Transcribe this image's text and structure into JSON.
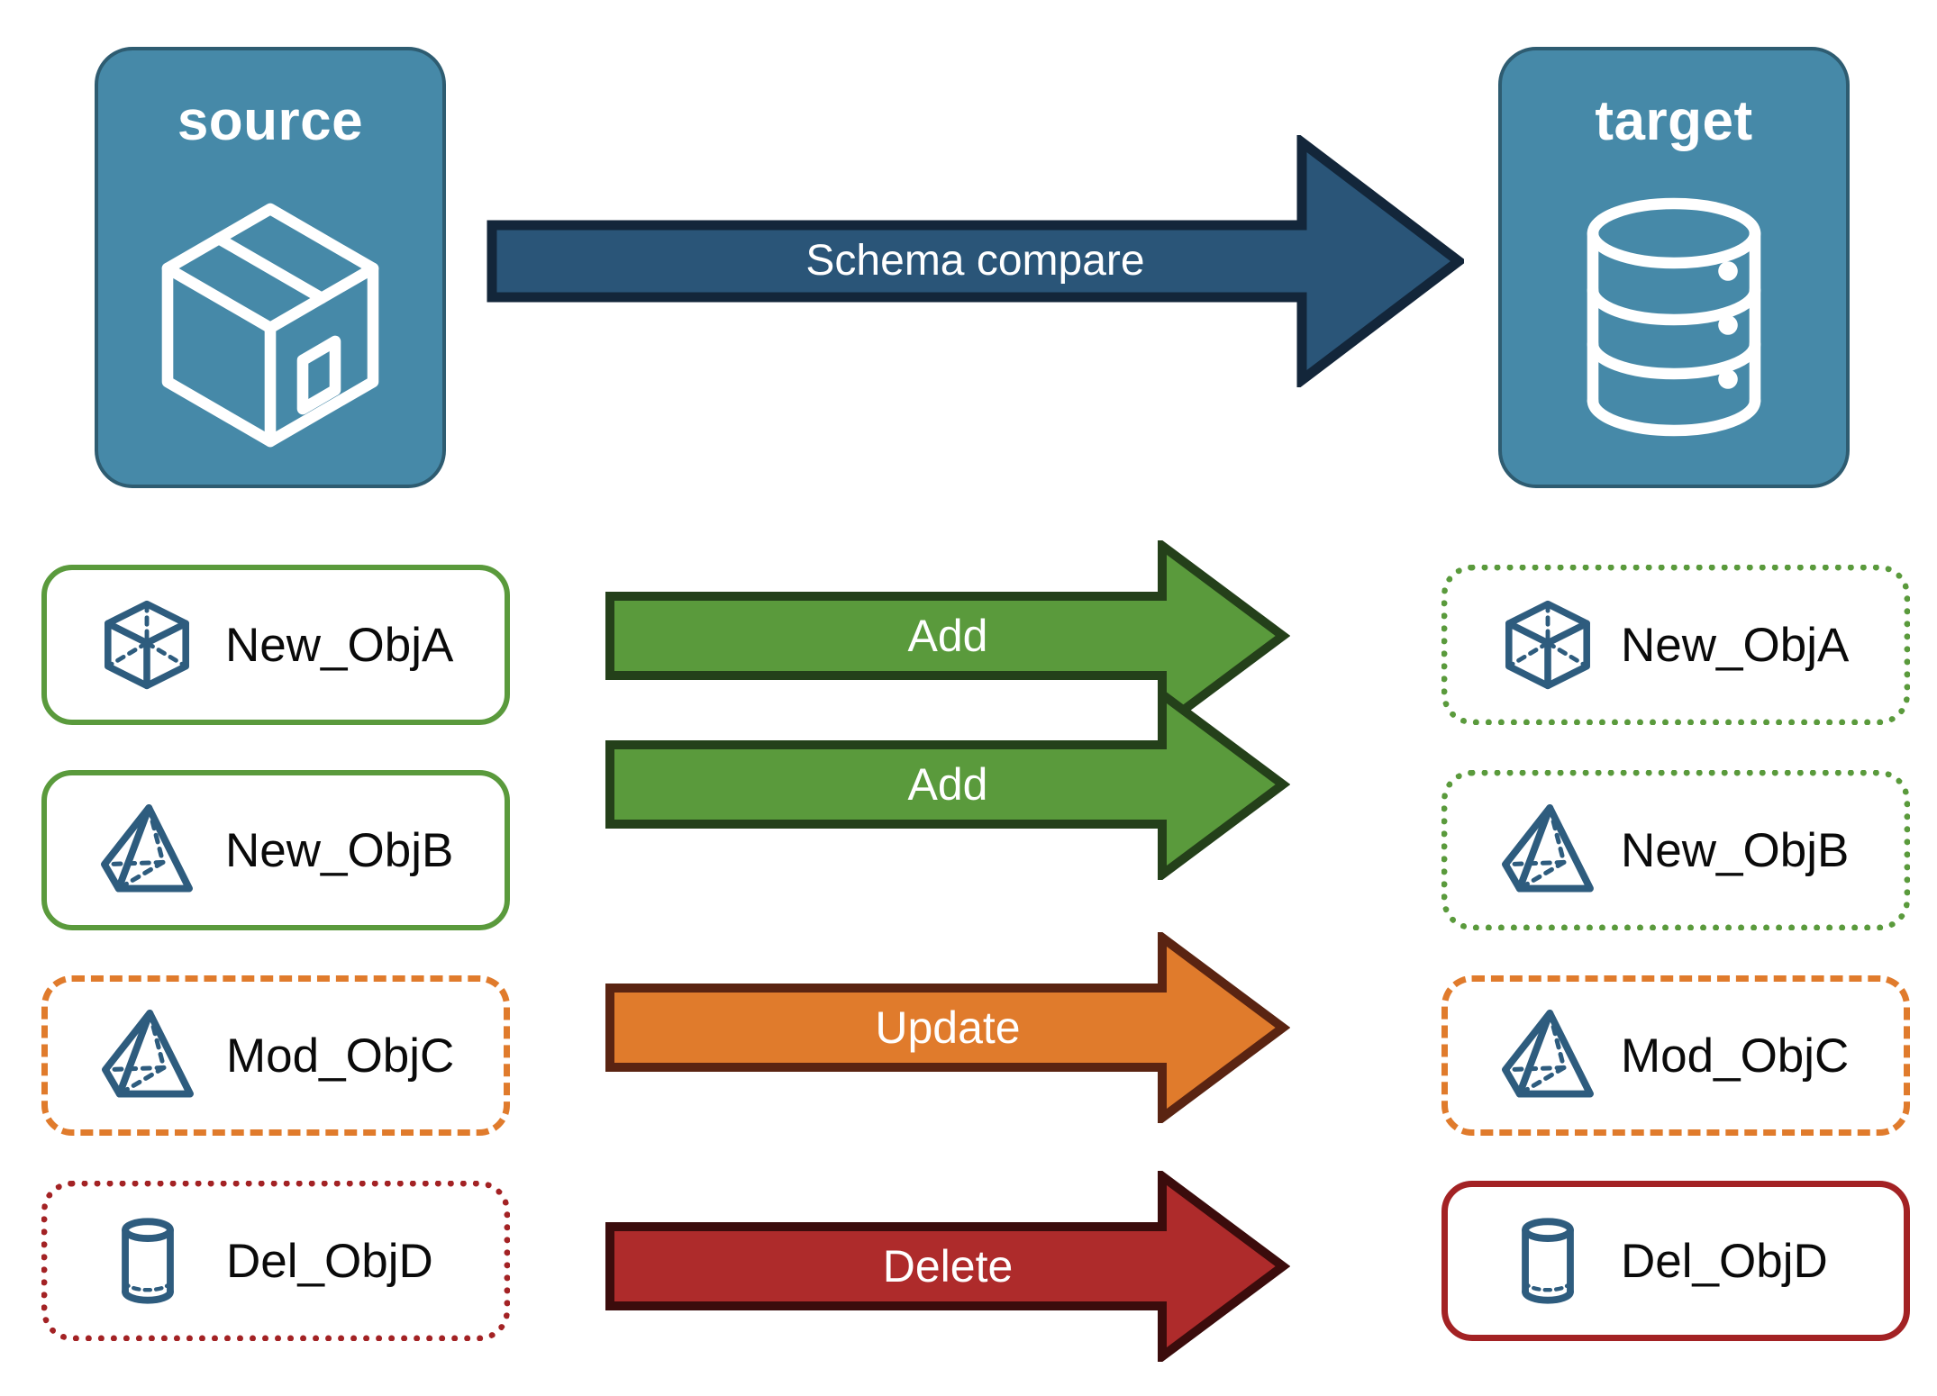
{
  "diagram": {
    "title_source": "source",
    "title_target": "target",
    "main_flow_label": "Schema compare",
    "colors": {
      "endpoint_fill": "#4689A8",
      "endpoint_stroke": "#2E5C71",
      "main_arrow_fill": "#2A5578",
      "main_arrow_stroke": "#13263A",
      "add_fill": "#5A9A3C",
      "add_stroke": "#24401A",
      "update_fill": "#E07B2C",
      "update_stroke": "#5A2412",
      "delete_fill": "#AE2B2B",
      "delete_stroke": "#3B0C0C",
      "object_icon": "#2E5C7E",
      "object_label": "#0A0A0A"
    },
    "endpoints": {
      "source_icon": "package-box-icon",
      "target_icon": "database-cylinder-icon"
    },
    "rows": [
      {
        "action": "Add",
        "source_name": "New_ObjA",
        "target_name": "New_ObjA",
        "icon": "cube-icon",
        "source_border": "solid-green",
        "target_border": "dotted-green",
        "arrow_color": "add"
      },
      {
        "action": "Add",
        "source_name": "New_ObjB",
        "target_name": "New_ObjB",
        "icon": "pyramid-icon",
        "source_border": "solid-green",
        "target_border": "dotted-green",
        "arrow_color": "add"
      },
      {
        "action": "Update",
        "source_name": "Mod_ObjC",
        "target_name": "Mod_ObjC",
        "icon": "pyramid-icon",
        "source_border": "dashed-orange",
        "target_border": "dashed-orange",
        "arrow_color": "update"
      },
      {
        "action": "Delete",
        "source_name": "Del_ObjD",
        "target_name": "Del_ObjD",
        "icon": "cylinder-icon",
        "source_border": "dotted-red",
        "target_border": "solid-red",
        "arrow_color": "delete"
      }
    ]
  }
}
